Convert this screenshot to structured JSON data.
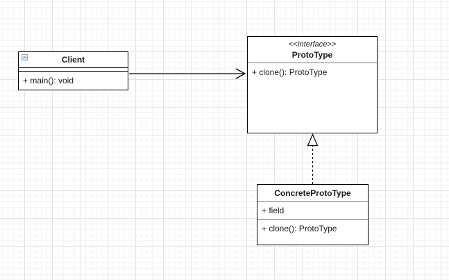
{
  "canvas": {
    "background": "#ffffff",
    "grid_minor_color": "#f5f5f5",
    "grid_major_color": "#e4e4e4",
    "stroke_color": "#000000",
    "text_color": "#1a1a1a"
  },
  "diagram": {
    "nodes": {
      "client": {
        "title": "Client",
        "collapse_icon_glyph": "−",
        "methods": [
          "+ main(): void"
        ]
      },
      "prototype": {
        "stereotype": "<<Interface>>",
        "title": "ProtoType",
        "methods": [
          "+ clone(): ProtoType"
        ]
      },
      "concrete_prototype": {
        "title": "ConcreteProtoType",
        "fields": [
          "+ field"
        ],
        "methods": [
          "+ clone(): ProtoType"
        ]
      }
    },
    "edges": [
      {
        "from": "Client",
        "to": "ProtoType",
        "type": "directed-association",
        "line_style": "solid",
        "arrowhead": "open-arrow"
      },
      {
        "from": "ConcreteProtoType",
        "to": "ProtoType",
        "type": "realization",
        "line_style": "dashed",
        "arrowhead": "hollow-triangle"
      }
    ]
  }
}
